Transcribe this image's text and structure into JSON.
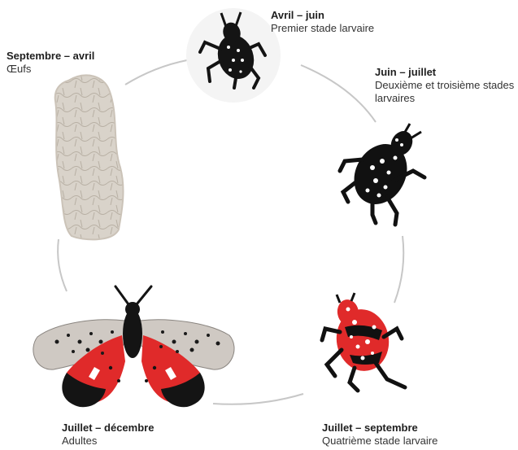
{
  "stages": [
    {
      "id": "eggs",
      "title": "Septembre – avril",
      "subtitle": "Œufs"
    },
    {
      "id": "first",
      "title": "Avril – juin",
      "subtitle": "Premier stade larvaire"
    },
    {
      "id": "second",
      "title": "Juin – juillet",
      "subtitle": "Deuxième et troisième stades larvaires"
    },
    {
      "id": "fourth",
      "title": "Juillet – septembre",
      "subtitle": "Quatrième stade larvaire"
    },
    {
      "id": "adults",
      "title": "Juillet – décembre",
      "subtitle": "Adultes"
    }
  ],
  "colors": {
    "cycle_line": "#c7c7c7",
    "egg_mass": "#d8d2c8",
    "black": "#141414",
    "red": "#e02a2a",
    "wing_grey": "#cfc9c3"
  }
}
